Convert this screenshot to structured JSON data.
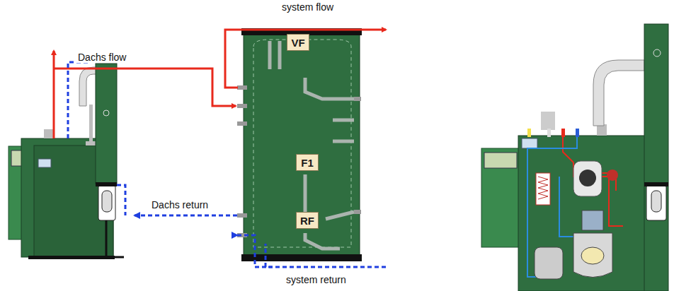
{
  "diagram": {
    "nodes": [
      {
        "text": [
          "VF"
        ]
      },
      {
        "text": [
          "F1"
        ]
      },
      {
        "text": [
          "RF"
        ]
      }
    ],
    "labels": [
      "system flow",
      "Dachs flow",
      "Dachs return",
      "system return"
    ]
  }
}
